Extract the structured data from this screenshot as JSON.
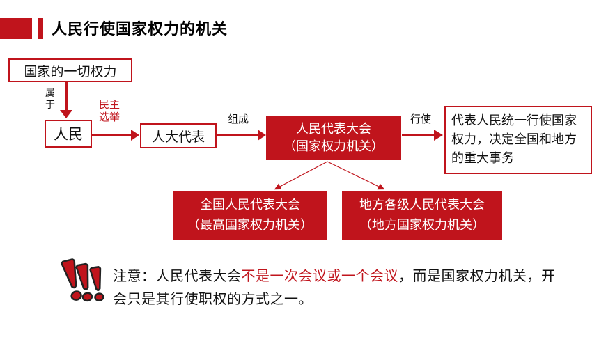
{
  "header": {
    "title": "人民行使国家权力的机关"
  },
  "diagram": {
    "all_power": "国家的一切权力",
    "belongs_to_1": "属",
    "belongs_to_2": "于",
    "people": "人民",
    "election_1": "民主",
    "election_2": "选举",
    "deputies": "人大代表",
    "compose": "组成",
    "npc_line1": "人民代表大会",
    "npc_line2": "（国家权力机关）",
    "exercise": "行使",
    "function_text": "代表人民统一行使国家权力，决定全国和地方的重大事务",
    "national_line1": "全国人民代表大会",
    "national_line2": "（最高国家权力机关）",
    "local_line1": "地方各级人民代表大会",
    "local_line2": "（地方国家权力机关）"
  },
  "note": {
    "prefix": "注意：人民代表大会",
    "highlight": "不是一次会议或一个会议",
    "suffix": "，而是国家权力机关，开会只是其行使职权的方式之一。"
  },
  "colors": {
    "accent": "#c0141c"
  }
}
